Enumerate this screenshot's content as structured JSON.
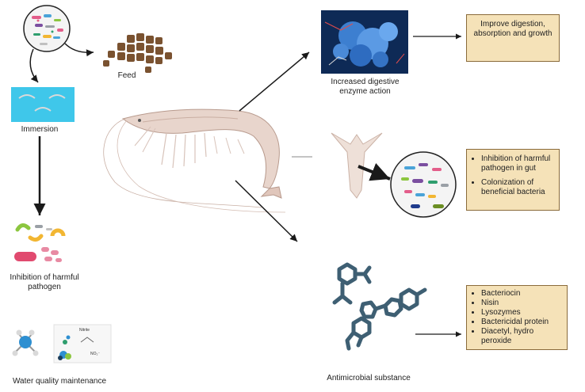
{
  "labels": {
    "feed": "Feed",
    "immersion": "Immersion",
    "inhibition_pathogen": "Inhibition of harmful pathogen",
    "water_quality": "Water quality maintenance",
    "enzyme_action": "Increased digestive enzyme action",
    "antimicrobial": "Antimicrobial substance",
    "nitrite": "Nitrite",
    "no2": "NO₂⁻"
  },
  "boxes": {
    "digestion": "Improve digestion, absorption and growth",
    "gut": [
      "Inhibition of harmful pathogen in gut",
      "Colonization of beneficial bacteria"
    ],
    "antimicrobial": [
      "Bacteriocin",
      "Nisin",
      "Lysozymes",
      "Bactericidal protein",
      "Diacetyl, hydro peroxide"
    ]
  },
  "colors": {
    "box_fill": "#f5e2b8",
    "box_border": "#8a6b3b",
    "immersion_water": "#3fc7ea",
    "feed_pellet": "#7a5230",
    "molecule": "#3e5f73",
    "enzyme": "#3d7fd0",
    "shrimp": "#e8d5cc"
  }
}
